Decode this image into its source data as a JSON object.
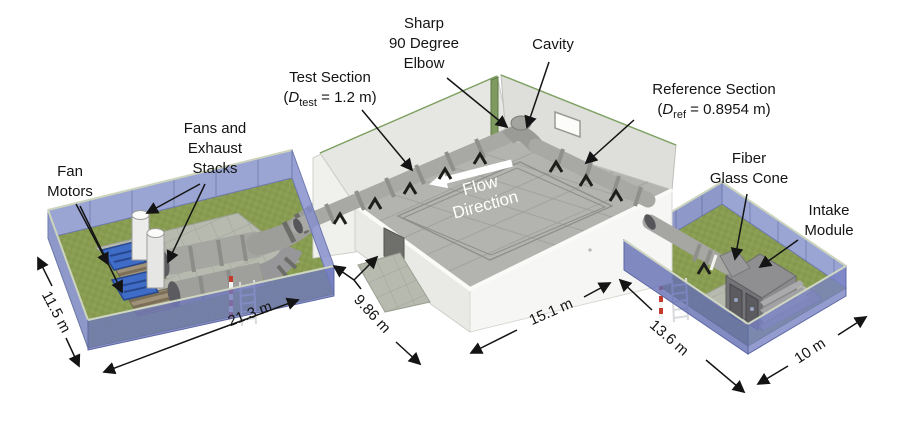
{
  "figure": {
    "kind": "isometric wind-tunnel facility diagram",
    "labels": {
      "fan_motors": "Fan\nMotors",
      "fans_exhaust": "Fans and\nExhaust\nStacks",
      "test_section": {
        "line1": "Test Section",
        "open": "(",
        "symbol": "D",
        "subscript": "test",
        "rest": " = 1.2 m)"
      },
      "sharp_elbow": "Sharp\n90 Degree\nElbow",
      "cavity": "Cavity",
      "reference_section": {
        "line1": "Reference Section",
        "open": "(",
        "symbol": "D",
        "subscript": "ref",
        "rest": " = 0.8954 m)"
      },
      "fiber_glass_cone": "Fiber\nGlass Cone",
      "intake_module": "Intake\nModule",
      "flow_direction": "Flow\nDirection"
    },
    "dimensions": {
      "fan_yard_depth": "11.5 m",
      "fan_yard_length": "21.3 m",
      "walkway_gap": "9.86 m",
      "building_front": "15.1 m",
      "intake_yard_length": "13.6 m",
      "intake_yard_width": "10 m"
    },
    "colors": {
      "wall_blue_back": "#9aa5d4",
      "wall_blue_front": "#7f8cc9",
      "grass_green": "#8ba054",
      "building_white": "#f5f5f3",
      "roof_gray": "#b3b3af",
      "duct_gray": "#a6a6a3",
      "motor_blue": "#3f6cc6",
      "edge_green": "#7da05e",
      "flow_text": "#ffffff",
      "annotation": "#141414"
    }
  }
}
